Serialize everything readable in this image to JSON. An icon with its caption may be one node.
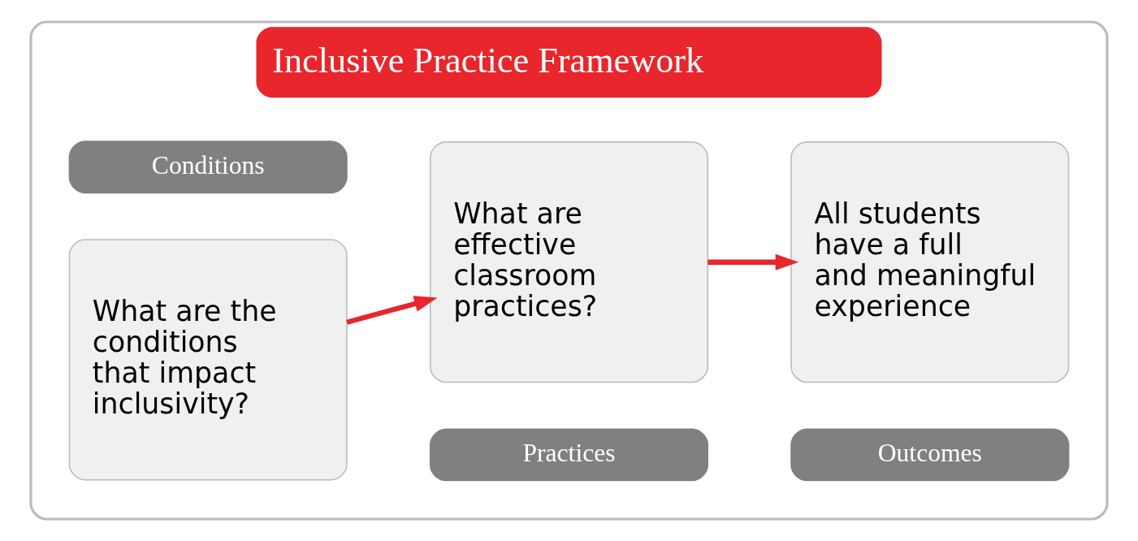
{
  "diagram": {
    "nodes": [
      {
        "text": [
          "Inclusive Practice Framework"
        ]
      },
      {
        "text": [
          "Conditions"
        ],
        "in": 0
      },
      {
        "text": [
          "What are the conditions that impact inclusivity?"
        ],
        "in": 0
      },
      {
        "text": [
          "Practices"
        ],
        "in": 0
      },
      {
        "text": [
          "What are effective classroom practices?"
        ],
        "in": 0
      },
      {
        "text": [
          "Outcomes"
        ],
        "in": 0
      },
      {
        "text": [
          "All students have a full and meaningful experience"
        ],
        "in": 0
      }
    ],
    "edges": [
      {
        "from": 2,
        "to": 4,
        "arrow": "to"
      },
      {
        "from": 4,
        "to": 6,
        "arrow": "to"
      }
    ]
  }
}
